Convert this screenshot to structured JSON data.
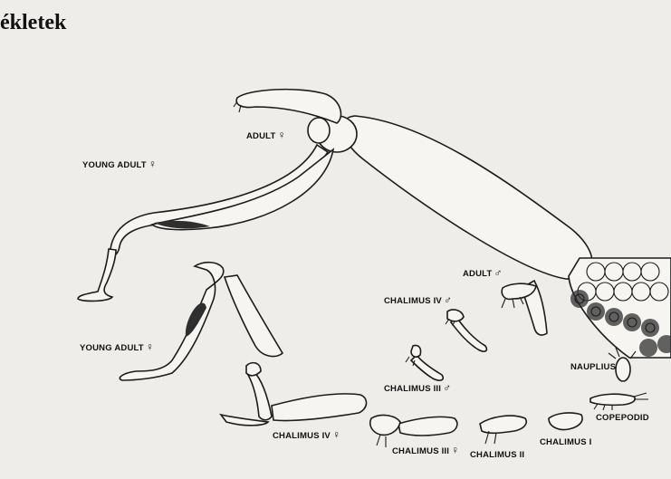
{
  "title": "ékletek",
  "labels": {
    "adult_female": {
      "text": "ADULT",
      "symbol": "♀"
    },
    "young_adult_female_top": {
      "text": "YOUNG ADULT",
      "symbol": "♀"
    },
    "adult_male": {
      "text": "ADULT",
      "symbol": "♂"
    },
    "chalimus_iv_male": {
      "text": "CHALIMUS IV",
      "symbol": "♂"
    },
    "young_adult_female_bottom": {
      "text": "YOUNG ADULT",
      "symbol": "♀"
    },
    "chalimus_iii_male": {
      "text": "CHALIMUS III",
      "symbol": "♂"
    },
    "nauplius": {
      "text": "NAUPLIUS"
    },
    "copepodid": {
      "text": "COPEPODID"
    },
    "chalimus_iv_female": {
      "text": "CHALIMUS IV",
      "symbol": "♀"
    },
    "chalimus_iii_female": {
      "text": "CHALIMUS III",
      "symbol": "♀"
    },
    "chalimus_ii": {
      "text": "CHALIMUS II"
    },
    "chalimus_i": {
      "text": "CHALIMUS I"
    }
  }
}
